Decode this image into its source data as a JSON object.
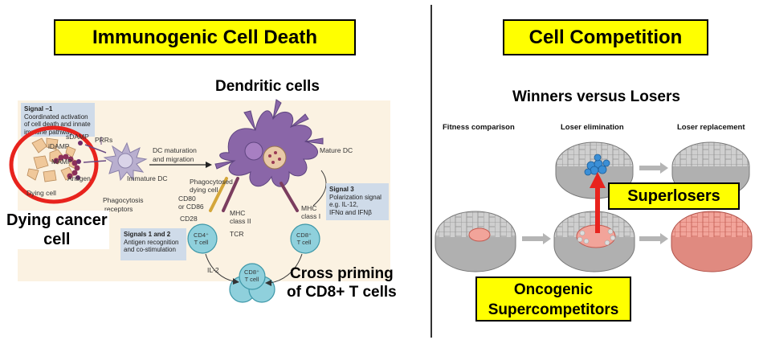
{
  "left": {
    "title": "Immunogenic Cell Death",
    "dendritic_title": "Dendritic cells",
    "signal_minus1": {
      "heading": "Signal −1",
      "lines": [
        "Coordinated activation",
        "of cell death and innate",
        "immune pathways"
      ]
    },
    "labels": {
      "sdamp": "sDAMP",
      "idamp": "iDAMP",
      "mamp": "MAMP",
      "antigen": "Antigen",
      "prrs": "PRRs",
      "dying_cell": "Dying cell",
      "immature_dc": "Immature DC",
      "phagocytosis": "Phagocytosis",
      "receptors": "receptors",
      "dc_maturation": "DC maturation",
      "and_migration": "and migration",
      "mature_dc": "Mature DC",
      "phagocytosed": "Phagocytosed",
      "dying_cell2": "dying cell",
      "cd80": "CD80",
      "or_cd86": "or CD86",
      "cd28": "CD28",
      "mhc_class_ii_1": "MHC",
      "mhc_class_ii_2": "class II",
      "tcr": "TCR",
      "mhc_class_i_1": "MHC",
      "mhc_class_i_2": "class I",
      "il2": "IL-2",
      "cd4_cell": "CD4⁺",
      "cd4_cell2": "T cell",
      "cd8_cell": "CD8⁺",
      "cd8_cell2": "T cell",
      "cd8_cluster": "CD8⁺",
      "cd8_cluster2": "T cell"
    },
    "signals12": {
      "heading": "Signals 1 and 2",
      "line1": "Antigen recognition",
      "line2": "and co-stimulation"
    },
    "signal3": {
      "heading": "Signal 3",
      "line1": "Polarization signal",
      "line2": "e.g. IL-12,",
      "line3": "IFNα and IFNβ"
    },
    "dying_cancer_cell_1": "Dying cancer",
    "dying_cancer_cell_2": "cell",
    "cross_priming_1": "Cross priming",
    "cross_priming_2": "of CD8+ T cells"
  },
  "right": {
    "title": "Cell Competition",
    "subtitle": "Winners versus Losers",
    "stage1": "Fitness comparison",
    "stage2": "Loser elimination",
    "stage3": "Loser replacement",
    "superlosers": "Superlosers",
    "oncogenic_1": "Oncogenic",
    "oncogenic_2": "Supercompetitors"
  },
  "colors": {
    "title_box": "#ffff00",
    "highlight_circle": "#e8231d",
    "arrow": "#e8231d",
    "dc_purple": "#8a66a8",
    "tissue_grey": "#c8c8c8",
    "cell_pink": "#f2a49a",
    "loser_blue": "#3b8fd6",
    "tcell_teal": "#8fd0dc",
    "signal_box": "#cfdbe9"
  }
}
